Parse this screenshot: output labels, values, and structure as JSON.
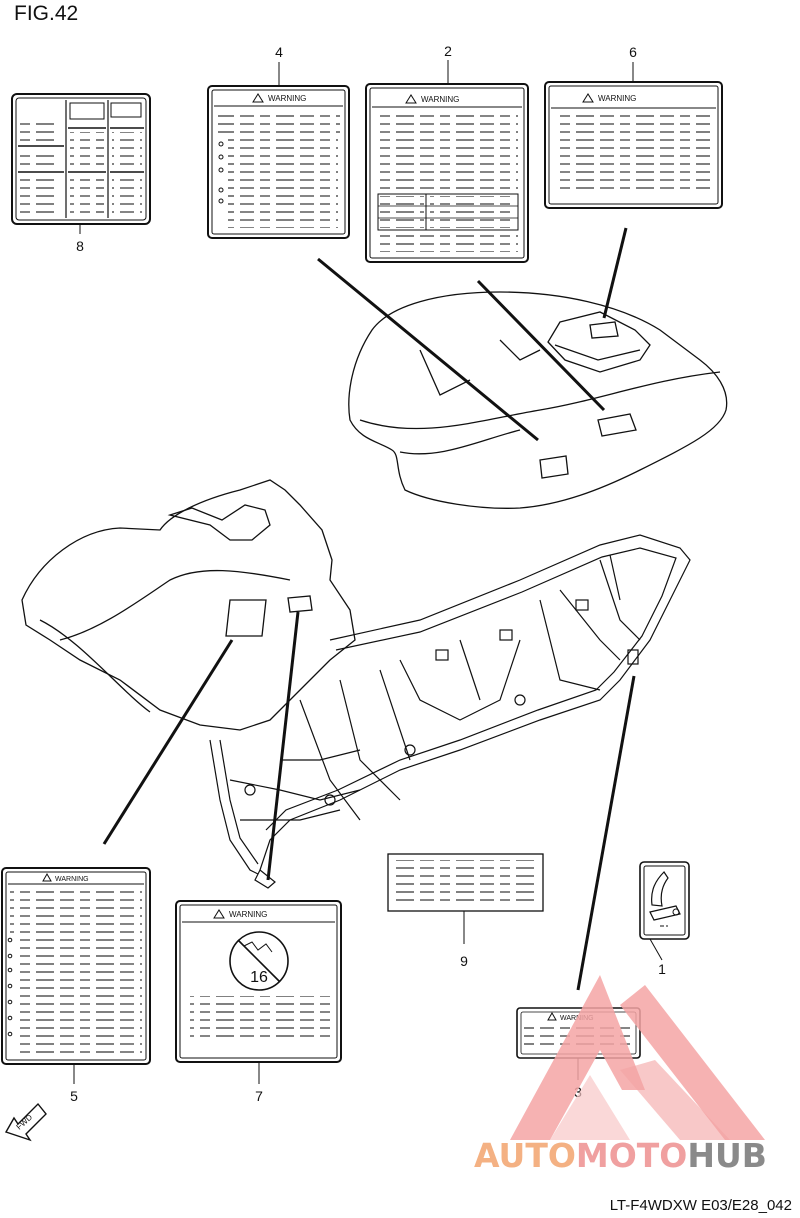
{
  "figure": {
    "title": "FIG.42",
    "code": "LT-F4WDXW E03/E28_042"
  },
  "labels": {
    "warning": "WARNING",
    "fwd": "FWD",
    "age": "16"
  },
  "parts": [
    {
      "id": "1",
      "number": "1"
    },
    {
      "id": "2",
      "number": "2"
    },
    {
      "id": "3",
      "number": "3"
    },
    {
      "id": "4",
      "number": "4"
    },
    {
      "id": "5",
      "number": "5"
    },
    {
      "id": "6",
      "number": "6"
    },
    {
      "id": "7",
      "number": "7"
    },
    {
      "id": "8",
      "number": "8"
    },
    {
      "id": "9",
      "number": "9"
    }
  ],
  "logo": {
    "part1": "AUTO",
    "part2": "MOTO",
    "part3": "HUB",
    "colors": {
      "auto": "#f4b183",
      "moto": "#f0a0a0",
      "hub": "#8a8a8a",
      "triangle": "#f4a4a4"
    }
  }
}
